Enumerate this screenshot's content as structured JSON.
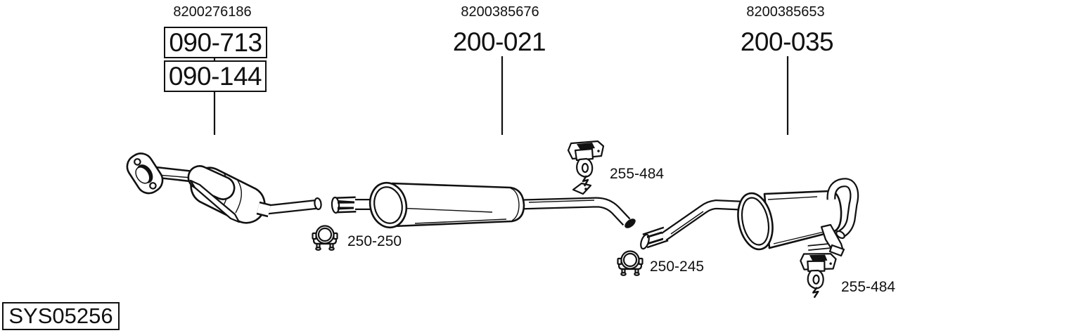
{
  "diagram": {
    "system_code": "SYS05256",
    "sections": [
      {
        "oem_number": "8200276186",
        "part_codes": [
          "090-713",
          "090-144"
        ]
      },
      {
        "oem_number": "8200385676",
        "part_codes": [
          "200-021"
        ]
      },
      {
        "oem_number": "8200385653",
        "part_codes": [
          "200-035"
        ]
      }
    ],
    "fittings": [
      {
        "code": "255-484",
        "icon": "hanger-icon"
      },
      {
        "code": "250-250",
        "icon": "clamp-icon"
      },
      {
        "code": "250-245",
        "icon": "clamp-icon"
      },
      {
        "code": "255-484",
        "icon": "hanger-icon"
      }
    ],
    "colors": {
      "line": "#111111",
      "background": "#ffffff"
    }
  }
}
